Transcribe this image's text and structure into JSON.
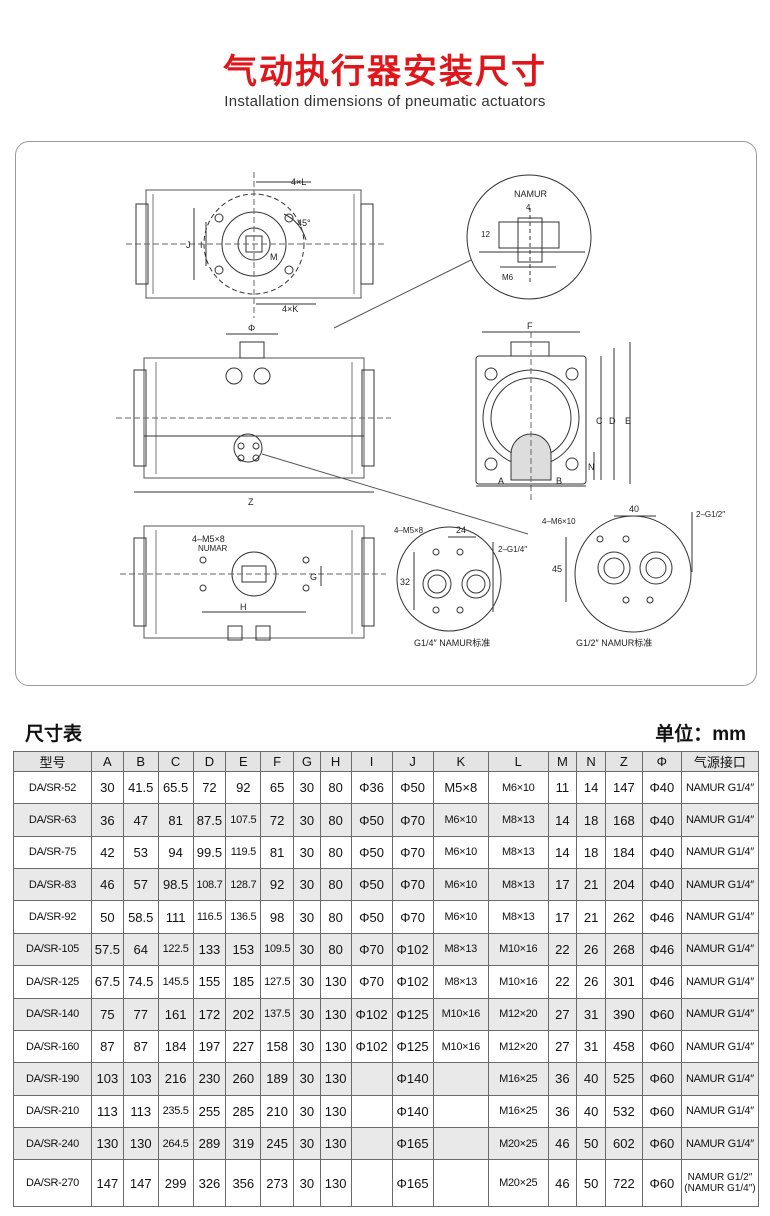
{
  "header": {
    "title": "气动执行器安装尺寸",
    "subtitle": "Installation dimensions of pneumatic actuators"
  },
  "diagram": {
    "labels": {
      "dim_4xL": "4×L",
      "dim_4xK": "4×K",
      "angle_45": "45°",
      "dim_J": "J",
      "dim_I": "I",
      "dim_M": "M",
      "namur": "NAMUR",
      "namur_4": "4",
      "namur_12": "12",
      "namur_m6": "M6",
      "phi": "Φ",
      "dim_F": "F",
      "dim_C": "C",
      "dim_D": "D",
      "dim_E": "E",
      "dim_N": "N",
      "dim_A": "A",
      "dim_B": "B",
      "dim_Z": "Z",
      "m5x8": "4–M5×8",
      "numar": "NUMAR",
      "dim_G": "G",
      "dim_H": "H",
      "port_m5": "4–M5×8",
      "port_24": "24",
      "port_g14": "2–G1/4″",
      "port_32": "32",
      "port_m6": "4–M6×10",
      "port_40": "40",
      "port_g12": "2–G1/2″",
      "port_45": "45",
      "caption_left": "G1/4″ NAMUR标准",
      "caption_right": "G1/2″ NAMUR标准"
    }
  },
  "table": {
    "heading": "尺寸表",
    "unit_label": "单位：",
    "unit_value": "mm",
    "columns": [
      "型号",
      "A",
      "B",
      "C",
      "D",
      "E",
      "F",
      "G",
      "H",
      "I",
      "J",
      "K",
      "L",
      "M",
      "N",
      "Z",
      "Φ",
      "气源接口"
    ],
    "rows": [
      [
        "DA/SR-52",
        "30",
        "41.5",
        "65.5",
        "72",
        "92",
        "65",
        "30",
        "80",
        "Φ36",
        "Φ50",
        "M5×8",
        "M6×10",
        "11",
        "14",
        "147",
        "Φ40",
        "NAMUR G1/4″"
      ],
      [
        "DA/SR-63",
        "36",
        "47",
        "81",
        "87.5",
        "107.5",
        "72",
        "30",
        "80",
        "Φ50",
        "Φ70",
        "M6×10",
        "M8×13",
        "14",
        "18",
        "168",
        "Φ40",
        "NAMUR G1/4″"
      ],
      [
        "DA/SR-75",
        "42",
        "53",
        "94",
        "99.5",
        "119.5",
        "81",
        "30",
        "80",
        "Φ50",
        "Φ70",
        "M6×10",
        "M8×13",
        "14",
        "18",
        "184",
        "Φ40",
        "NAMUR G1/4″"
      ],
      [
        "DA/SR-83",
        "46",
        "57",
        "98.5",
        "108.7",
        "128.7",
        "92",
        "30",
        "80",
        "Φ50",
        "Φ70",
        "M6×10",
        "M8×13",
        "17",
        "21",
        "204",
        "Φ40",
        "NAMUR G1/4″"
      ],
      [
        "DA/SR-92",
        "50",
        "58.5",
        "111",
        "116.5",
        "136.5",
        "98",
        "30",
        "80",
        "Φ50",
        "Φ70",
        "M6×10",
        "M8×13",
        "17",
        "21",
        "262",
        "Φ46",
        "NAMUR G1/4″"
      ],
      [
        "DA/SR-105",
        "57.5",
        "64",
        "122.5",
        "133",
        "153",
        "109.5",
        "30",
        "80",
        "Φ70",
        "Φ102",
        "M8×13",
        "M10×16",
        "22",
        "26",
        "268",
        "Φ46",
        "NAMUR G1/4″"
      ],
      [
        "DA/SR-125",
        "67.5",
        "74.5",
        "145.5",
        "155",
        "185",
        "127.5",
        "30",
        "130",
        "Φ70",
        "Φ102",
        "M8×13",
        "M10×16",
        "22",
        "26",
        "301",
        "Φ46",
        "NAMUR G1/4″"
      ],
      [
        "DA/SR-140",
        "75",
        "77",
        "161",
        "172",
        "202",
        "137.5",
        "30",
        "130",
        "Φ102",
        "Φ125",
        "M10×16",
        "M12×20",
        "27",
        "31",
        "390",
        "Φ60",
        "NAMUR G1/4″"
      ],
      [
        "DA/SR-160",
        "87",
        "87",
        "184",
        "197",
        "227",
        "158",
        "30",
        "130",
        "Φ102",
        "Φ125",
        "M10×16",
        "M12×20",
        "27",
        "31",
        "458",
        "Φ60",
        "NAMUR G1/4″"
      ],
      [
        "DA/SR-190",
        "103",
        "103",
        "216",
        "230",
        "260",
        "189",
        "30",
        "130",
        "",
        "Φ140",
        "",
        "M16×25",
        "36",
        "40",
        "525",
        "Φ60",
        "NAMUR G1/4″"
      ],
      [
        "DA/SR-210",
        "113",
        "113",
        "235.5",
        "255",
        "285",
        "210",
        "30",
        "130",
        "",
        "Φ140",
        "",
        "M16×25",
        "36",
        "40",
        "532",
        "Φ60",
        "NAMUR G1/4″"
      ],
      [
        "DA/SR-240",
        "130",
        "130",
        "264.5",
        "289",
        "319",
        "245",
        "30",
        "130",
        "",
        "Φ165",
        "",
        "M20×25",
        "46",
        "50",
        "602",
        "Φ60",
        "NAMUR G1/4″"
      ],
      [
        "DA/SR-270",
        "147",
        "147",
        "299",
        "326",
        "356",
        "273",
        "30",
        "130",
        "",
        "Φ165",
        "",
        "M20×25",
        "46",
        "50",
        "722",
        "Φ60",
        "NAMUR G1/2″ (NAMUR G1/4″)"
      ]
    ]
  }
}
